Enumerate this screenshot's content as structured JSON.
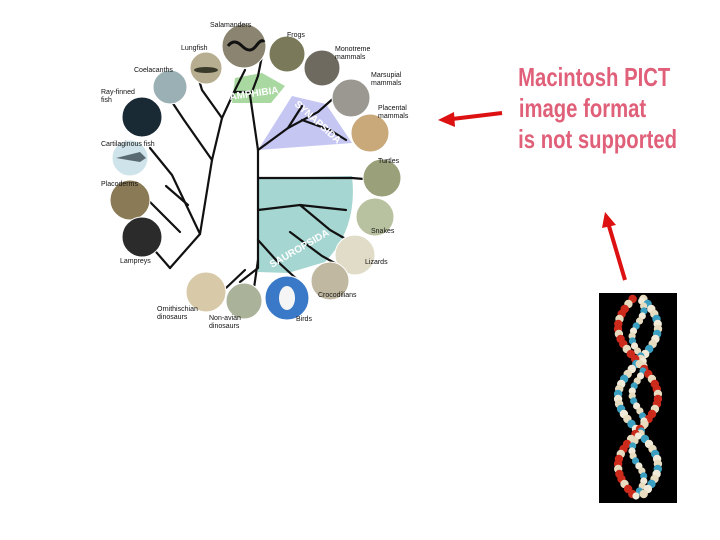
{
  "diagram": {
    "clades": [
      "AMPHIBIA",
      "SYNAPSIDA",
      "SAUROPSIDA"
    ],
    "taxa": [
      "Salamanders",
      "Frogs",
      "Lungfish",
      "Monotreme\nmammals",
      "Coelacanths",
      "Marsupial\nmammals",
      "Ray-finned\nfish",
      "Placental\nmammals",
      "Cartilaginous fish",
      "Turtles",
      "Placoderms",
      "Snakes",
      "Lampreys",
      "Lizards",
      "Crocodilians",
      "Ornithischian\ndinosaurs",
      "Non-avian\ndinosaurs",
      "Birds"
    ]
  },
  "unsupported_image": {
    "lines": [
      "Macintosh PICT",
      "image format",
      "is not supported"
    ],
    "text_color": "#e0607a"
  },
  "arrows": {
    "color": "#dd1111"
  },
  "dna_image": {
    "background": "#000000"
  }
}
